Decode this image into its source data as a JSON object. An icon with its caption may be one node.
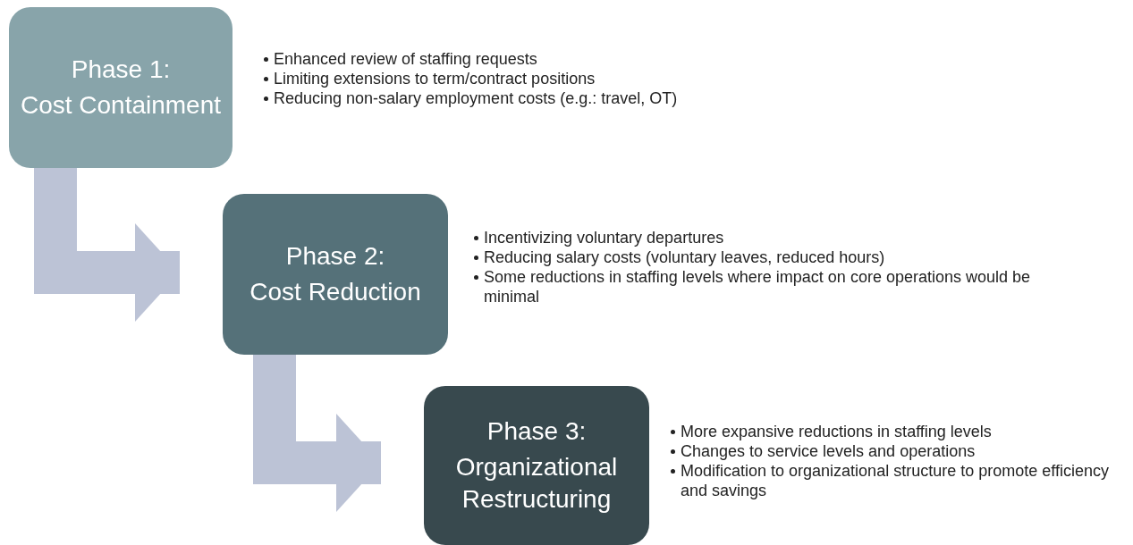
{
  "diagram": {
    "nodes": [
      {
        "text": [
          "Phase 1:",
          "Cost Containment"
        ],
        "beside": [
          "Enhanced review of staffing requests",
          "Limiting extensions to term/contract positions",
          "Reducing non-salary employment costs (e.g.: travel, OT)"
        ]
      },
      {
        "text": [
          "Phase 2:",
          "Cost Reduction"
        ],
        "beside": [
          "Incentivizing voluntary departures",
          "Reducing salary costs (voluntary leaves, reduced hours)",
          "Some reductions in staffing levels where impact on core operations would be minimal"
        ]
      },
      {
        "text": [
          "Phase 3:",
          "Organizational Restructuring"
        ],
        "beside": [
          "More expansive reductions in staffing levels",
          "Changes to service levels and operations",
          "Modification to organizational structure to promote efficiency and savings"
        ]
      }
    ],
    "edges": [
      {
        "from": 0,
        "to": 1,
        "arrow": "to"
      },
      {
        "from": 1,
        "to": 2,
        "arrow": "to"
      }
    ]
  }
}
